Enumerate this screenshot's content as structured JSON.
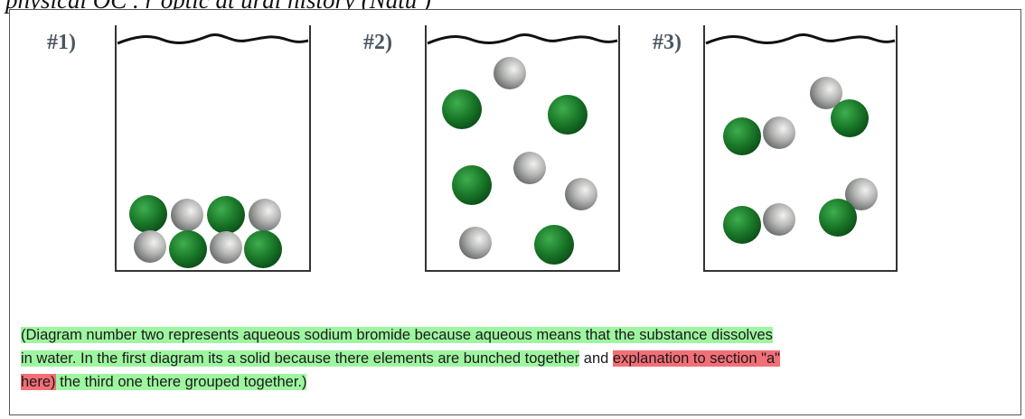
{
  "caption": {
    "text": "physical   OC    .     r optic   at ural history (Natu     )"
  },
  "beakers": [
    {
      "label": "#1)",
      "arrangement": "solid"
    },
    {
      "label": "#2)",
      "arrangement": "aqueous"
    },
    {
      "label": "#3)",
      "arrangement": "grouped"
    }
  ],
  "colors": {
    "sodium_green": "#1f7a2b",
    "bromide_gray": "#8c8f8c",
    "highlight_green": "#9ef5a0",
    "highlight_red": "#f36f77"
  },
  "answer": {
    "line1": "(Diagram number two represents aqueous sodium bromide because aqueous means that the substance dissolves",
    "line2_green": "in water. In the first diagram its a solid because there elements are bunched together",
    "line2_plain": " and ",
    "line2_red": "explanation to section \"a\"",
    "line3_red": "here)",
    "line3_green": " the third one there grouped together.)"
  }
}
